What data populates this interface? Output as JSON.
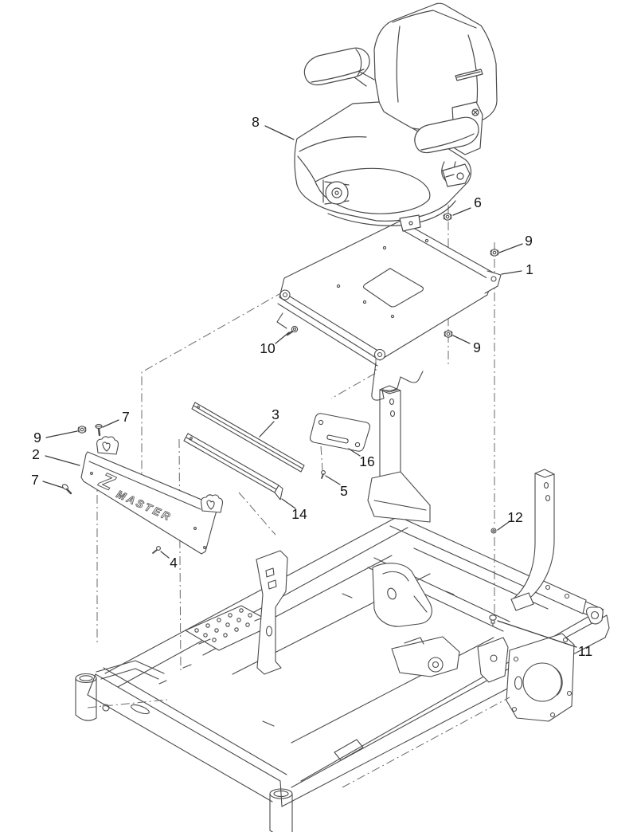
{
  "diagram": {
    "type": "exploded-parts-view",
    "background_color": "#ffffff",
    "line_color": "#4a4a4a",
    "centerline_color": "#6a6a6a",
    "label_color": "#141414",
    "badge": {
      "z": "Z",
      "master": "MASTER"
    },
    "part_numbers_visible": [
      "1",
      "2",
      "3",
      "4",
      "5",
      "6",
      "7",
      "8",
      "9",
      "10",
      "11",
      "12",
      "14",
      "16"
    ],
    "callouts": {
      "c8": {
        "label": "8"
      },
      "c6": {
        "label": "6"
      },
      "c9a": {
        "label": "9"
      },
      "c1": {
        "label": "1"
      },
      "c9b": {
        "label": "9"
      },
      "c10": {
        "label": "10"
      },
      "c7a": {
        "label": "7"
      },
      "c9c": {
        "label": "9"
      },
      "c2": {
        "label": "2"
      },
      "c7b": {
        "label": "7"
      },
      "c3": {
        "label": "3"
      },
      "c16": {
        "label": "16"
      },
      "c5": {
        "label": "5"
      },
      "c14": {
        "label": "14"
      },
      "c4": {
        "label": "4"
      },
      "c12": {
        "label": "12"
      },
      "c11": {
        "label": "11"
      }
    }
  }
}
